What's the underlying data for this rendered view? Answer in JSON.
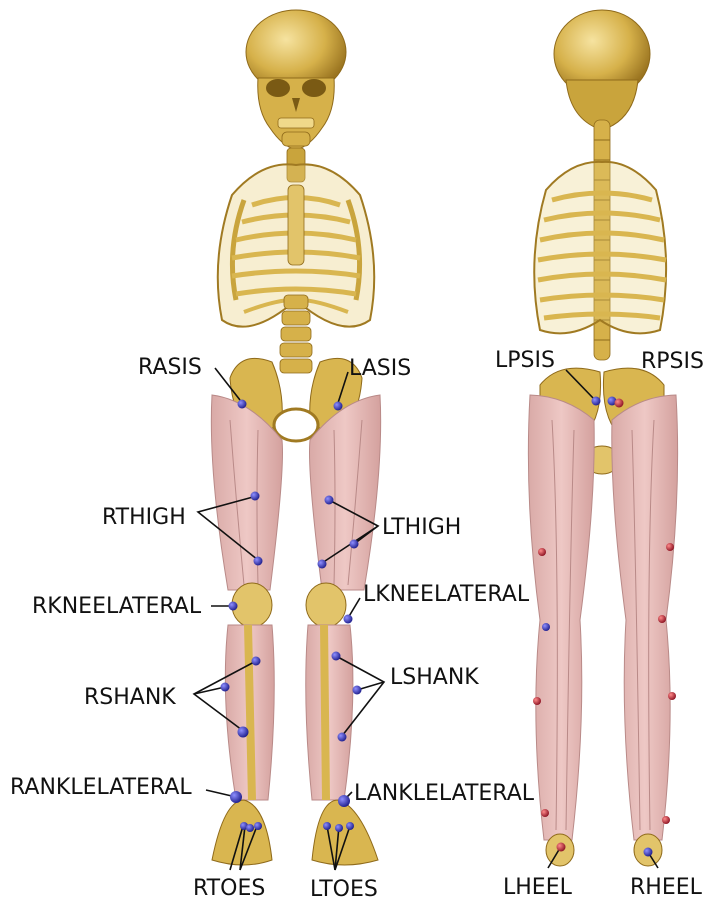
{
  "colors": {
    "bone": "#d9b650",
    "bone_dark": "#8f6a1a",
    "bone_light": "#f0d98a",
    "muscle": "#e3b8b5",
    "muscle_line": "#b98a88",
    "marker_front": "#2c2ca8",
    "marker_back": "#b02a3a",
    "leader": "#111111"
  },
  "front_labels": {
    "rasis": "RASIS",
    "lasis": "LASIS",
    "rthigh": "RTHIGH",
    "lthigh": "LTHIGH",
    "rkneelateral": "RKNEELATERAL",
    "lkneelateral": "LKNEELATERAL",
    "rshank": "RSHANK",
    "lshank": "LSHANK",
    "ranklelateral": "RANKLELATERAL",
    "lanklelateral": "LANKLELATERAL",
    "rtoes": "RTOES",
    "ltoes": "LTOES"
  },
  "back_labels": {
    "lpsis": "LPSIS",
    "rpsis": "RPSIS",
    "lheel": "LHEEL",
    "rheel": "RHEEL"
  }
}
